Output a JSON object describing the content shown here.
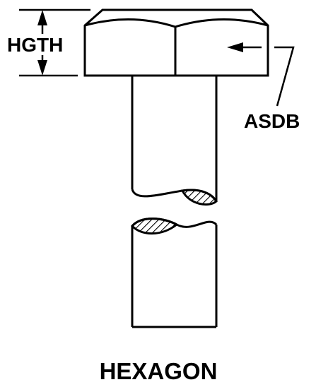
{
  "labels": {
    "height": "HGTH",
    "across_sides": "ASDB",
    "head_type": "HEXAGON"
  },
  "colors": {
    "ink": "#000000",
    "paper": "#ffffff"
  }
}
